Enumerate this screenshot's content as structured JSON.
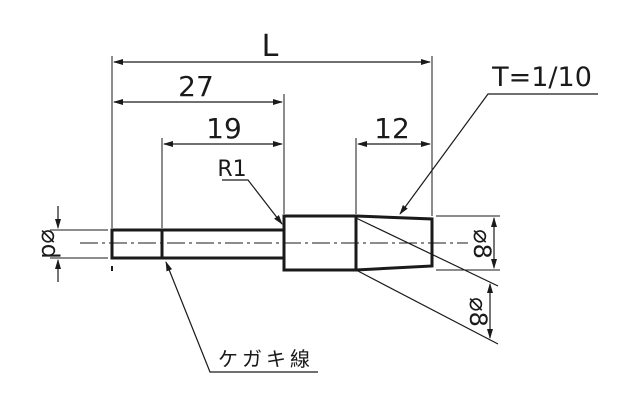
{
  "drawing": {
    "dimensions": {
      "overall_length": "L",
      "length_27": "27",
      "length_19": "19",
      "length_12": "12",
      "taper": "T=1/10",
      "radius": "R1",
      "diameter_d": "⌀d",
      "diameter_8_end": "⌀8",
      "diameter_8_taper": "⌀8"
    },
    "notes": {
      "scribe_line": "ケガキ線"
    },
    "colors": {
      "line": "#1a1a1a",
      "background": "#ffffff"
    }
  }
}
